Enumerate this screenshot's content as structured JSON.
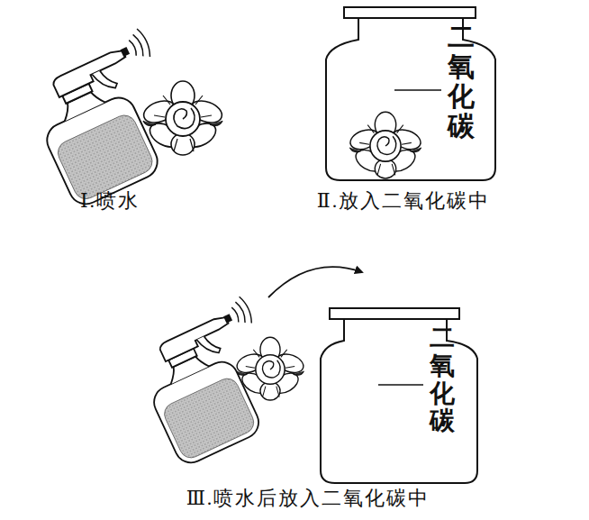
{
  "diagram": {
    "labels": [
      "Ⅰ.喷水",
      "二氧化碳",
      "Ⅱ.放入二氧化碳中",
      "二氧化碳",
      "Ⅲ.喷水后放入二氧化碳中"
    ]
  }
}
